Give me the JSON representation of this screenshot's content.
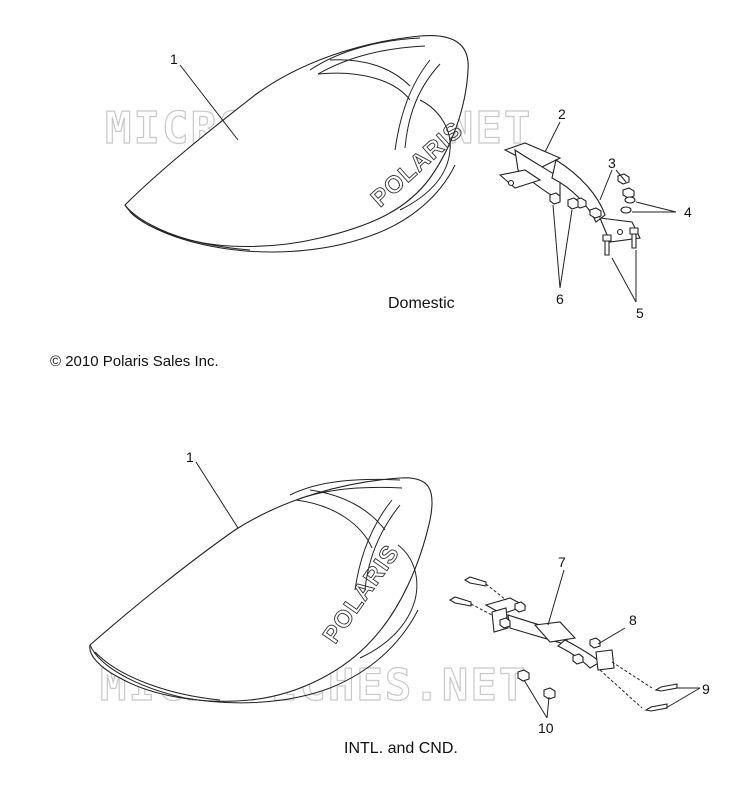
{
  "watermark": "MICROFICHES.NET",
  "brand_logo": "POLARIS",
  "copyright": "© 2010 Polaris Sales Inc.",
  "sections": [
    {
      "caption": "Domestic",
      "callouts": [
        "1",
        "2",
        "3",
        "4",
        "5",
        "6"
      ]
    },
    {
      "caption": "INTL. and CND.",
      "callouts": [
        "1",
        "7",
        "8",
        "9",
        "10"
      ]
    }
  ]
}
